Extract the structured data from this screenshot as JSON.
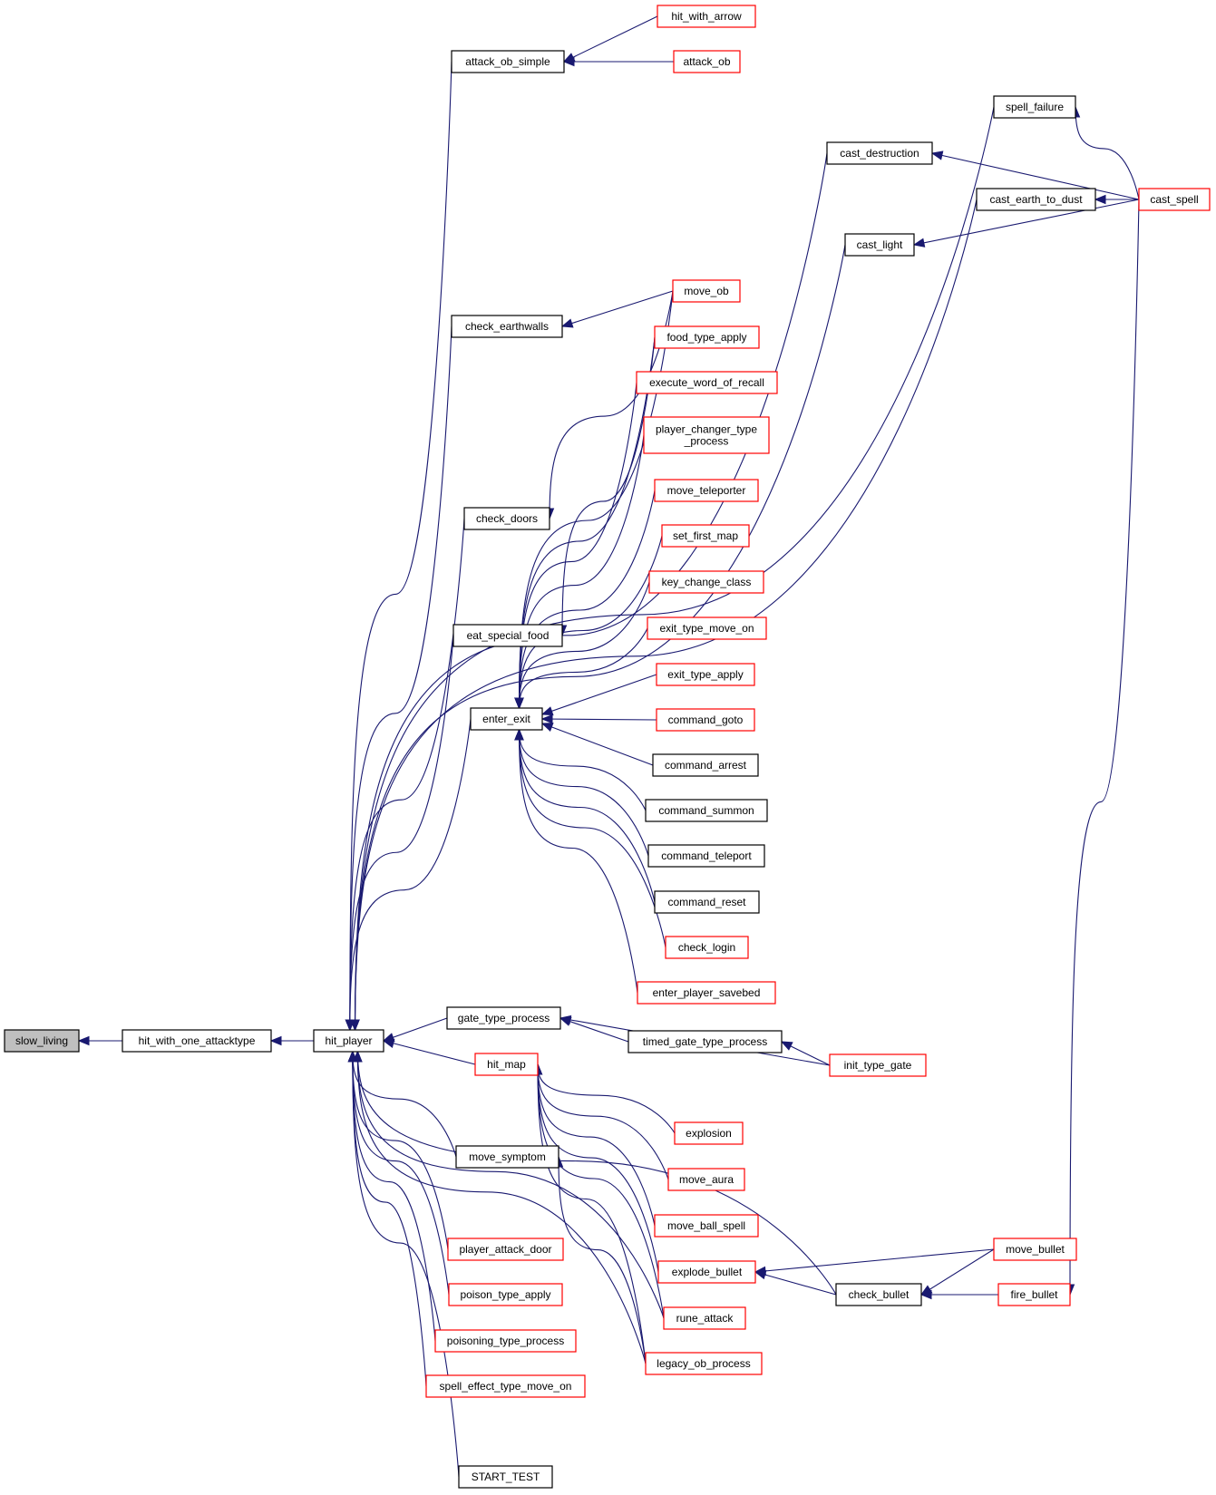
{
  "title": "slow_living caller graph",
  "colors": {
    "edge": "#191970",
    "border_normal": "#000000",
    "border_truncated": "#ff0000",
    "fill_root": "#bfbfbf",
    "fill_normal": "#ffffff"
  },
  "nodes": [
    {
      "id": "slow_living",
      "label": "slow_living",
      "kind": "root"
    },
    {
      "id": "hit_with_one_attacktype",
      "label": "hit_with_one_attacktype",
      "kind": "normal"
    },
    {
      "id": "hit_player",
      "label": "hit_player",
      "kind": "normal"
    },
    {
      "id": "attack_ob_simple",
      "label": "attack_ob_simple",
      "kind": "normal"
    },
    {
      "id": "hit_with_arrow",
      "label": "hit_with_arrow",
      "kind": "truncated"
    },
    {
      "id": "attack_ob",
      "label": "attack_ob",
      "kind": "truncated"
    },
    {
      "id": "spell_failure",
      "label": "spell_failure",
      "kind": "normal"
    },
    {
      "id": "cast_destruction",
      "label": "cast_destruction",
      "kind": "normal"
    },
    {
      "id": "cast_earth_to_dust",
      "label": "cast_earth_to_dust",
      "kind": "normal"
    },
    {
      "id": "cast_spell",
      "label": "cast_spell",
      "kind": "truncated"
    },
    {
      "id": "cast_light",
      "label": "cast_light",
      "kind": "normal"
    },
    {
      "id": "check_earthwalls",
      "label": "check_earthwalls",
      "kind": "normal"
    },
    {
      "id": "move_ob",
      "label": "move_ob",
      "kind": "truncated"
    },
    {
      "id": "food_type_apply",
      "label": "food_type_apply",
      "kind": "truncated"
    },
    {
      "id": "execute_word_of_recall",
      "label": "execute_word_of_recall",
      "kind": "truncated"
    },
    {
      "id": "player_changer_type_process",
      "label": "player_changer_type\n_process",
      "kind": "truncated"
    },
    {
      "id": "check_doors",
      "label": "check_doors",
      "kind": "normal"
    },
    {
      "id": "move_teleporter",
      "label": "move_teleporter",
      "kind": "truncated"
    },
    {
      "id": "set_first_map",
      "label": "set_first_map",
      "kind": "truncated"
    },
    {
      "id": "key_change_class",
      "label": "key_change_class",
      "kind": "truncated"
    },
    {
      "id": "eat_special_food",
      "label": "eat_special_food",
      "kind": "normal"
    },
    {
      "id": "exit_type_move_on",
      "label": "exit_type_move_on",
      "kind": "truncated"
    },
    {
      "id": "exit_type_apply",
      "label": "exit_type_apply",
      "kind": "truncated"
    },
    {
      "id": "enter_exit",
      "label": "enter_exit",
      "kind": "normal"
    },
    {
      "id": "command_goto",
      "label": "command_goto",
      "kind": "truncated"
    },
    {
      "id": "command_arrest",
      "label": "command_arrest",
      "kind": "normal"
    },
    {
      "id": "command_summon",
      "label": "command_summon",
      "kind": "normal"
    },
    {
      "id": "command_teleport",
      "label": "command_teleport",
      "kind": "normal"
    },
    {
      "id": "command_reset",
      "label": "command_reset",
      "kind": "normal"
    },
    {
      "id": "check_login",
      "label": "check_login",
      "kind": "truncated"
    },
    {
      "id": "enter_player_savebed",
      "label": "enter_player_savebed",
      "kind": "truncated"
    },
    {
      "id": "gate_type_process",
      "label": "gate_type_process",
      "kind": "normal"
    },
    {
      "id": "timed_gate_type_process",
      "label": "timed_gate_type_process",
      "kind": "normal"
    },
    {
      "id": "init_type_gate",
      "label": "init_type_gate",
      "kind": "truncated"
    },
    {
      "id": "hit_map",
      "label": "hit_map",
      "kind": "truncated"
    },
    {
      "id": "explosion",
      "label": "explosion",
      "kind": "truncated"
    },
    {
      "id": "move_symptom",
      "label": "move_symptom",
      "kind": "normal"
    },
    {
      "id": "move_aura",
      "label": "move_aura",
      "kind": "truncated"
    },
    {
      "id": "move_ball_spell",
      "label": "move_ball_spell",
      "kind": "truncated"
    },
    {
      "id": "player_attack_door",
      "label": "player_attack_door",
      "kind": "truncated"
    },
    {
      "id": "move_bullet",
      "label": "move_bullet",
      "kind": "truncated"
    },
    {
      "id": "explode_bullet",
      "label": "explode_bullet",
      "kind": "truncated"
    },
    {
      "id": "check_bullet",
      "label": "check_bullet",
      "kind": "normal"
    },
    {
      "id": "fire_bullet",
      "label": "fire_bullet",
      "kind": "truncated"
    },
    {
      "id": "poison_type_apply",
      "label": "poison_type_apply",
      "kind": "truncated"
    },
    {
      "id": "rune_attack",
      "label": "rune_attack",
      "kind": "truncated"
    },
    {
      "id": "poisoning_type_process",
      "label": "poisoning_type_process",
      "kind": "truncated"
    },
    {
      "id": "legacy_ob_process",
      "label": "legacy_ob_process",
      "kind": "truncated"
    },
    {
      "id": "spell_effect_type_move_on",
      "label": "spell_effect_type_move_on",
      "kind": "truncated"
    },
    {
      "id": "START_TEST",
      "label": "START_TEST",
      "kind": "normal"
    }
  ],
  "edges": [
    [
      "hit_with_one_attacktype",
      "slow_living"
    ],
    [
      "hit_player",
      "hit_with_one_attacktype"
    ],
    [
      "attack_ob_simple",
      "hit_player"
    ],
    [
      "hit_with_arrow",
      "attack_ob_simple"
    ],
    [
      "attack_ob",
      "attack_ob_simple"
    ],
    [
      "spell_failure",
      "hit_player"
    ],
    [
      "cast_spell",
      "spell_failure"
    ],
    [
      "cast_destruction",
      "hit_player"
    ],
    [
      "cast_spell",
      "cast_destruction"
    ],
    [
      "cast_earth_to_dust",
      "hit_player"
    ],
    [
      "cast_spell",
      "cast_earth_to_dust"
    ],
    [
      "cast_light",
      "hit_player"
    ],
    [
      "cast_spell",
      "cast_light"
    ],
    [
      "check_earthwalls",
      "hit_player"
    ],
    [
      "move_ob",
      "check_earthwalls"
    ],
    [
      "move_ob",
      "check_doors"
    ],
    [
      "check_doors",
      "hit_player"
    ],
    [
      "food_type_apply",
      "eat_special_food"
    ],
    [
      "eat_special_food",
      "hit_player"
    ],
    [
      "enter_exit",
      "hit_player"
    ],
    [
      "move_ob",
      "enter_exit"
    ],
    [
      "food_type_apply",
      "enter_exit"
    ],
    [
      "execute_word_of_recall",
      "enter_exit"
    ],
    [
      "player_changer_type_process",
      "enter_exit"
    ],
    [
      "move_teleporter",
      "enter_exit"
    ],
    [
      "set_first_map",
      "enter_exit"
    ],
    [
      "key_change_class",
      "enter_exit"
    ],
    [
      "exit_type_move_on",
      "enter_exit"
    ],
    [
      "exit_type_apply",
      "enter_exit"
    ],
    [
      "command_goto",
      "enter_exit"
    ],
    [
      "command_arrest",
      "enter_exit"
    ],
    [
      "command_summon",
      "enter_exit"
    ],
    [
      "command_teleport",
      "enter_exit"
    ],
    [
      "command_reset",
      "enter_exit"
    ],
    [
      "check_login",
      "enter_exit"
    ],
    [
      "enter_player_savebed",
      "enter_exit"
    ],
    [
      "gate_type_process",
      "hit_player"
    ],
    [
      "timed_gate_type_process",
      "gate_type_process"
    ],
    [
      "init_type_gate",
      "gate_type_process"
    ],
    [
      "init_type_gate",
      "timed_gate_type_process"
    ],
    [
      "hit_map",
      "hit_player"
    ],
    [
      "explosion",
      "hit_map"
    ],
    [
      "move_aura",
      "hit_map"
    ],
    [
      "move_ball_spell",
      "hit_map"
    ],
    [
      "explode_bullet",
      "hit_map"
    ],
    [
      "rune_attack",
      "hit_map"
    ],
    [
      "legacy_ob_process",
      "hit_map"
    ],
    [
      "move_symptom",
      "hit_player"
    ],
    [
      "legacy_ob_process",
      "move_symptom"
    ],
    [
      "rune_attack",
      "hit_player"
    ],
    [
      "legacy_ob_process",
      "hit_player"
    ],
    [
      "player_attack_door",
      "hit_player"
    ],
    [
      "poison_type_apply",
      "hit_player"
    ],
    [
      "poisoning_type_process",
      "hit_player"
    ],
    [
      "spell_effect_type_move_on",
      "hit_player"
    ],
    [
      "check_bullet",
      "hit_player"
    ],
    [
      "START_TEST",
      "hit_player"
    ],
    [
      "move_bullet",
      "explode_bullet"
    ],
    [
      "check_bullet",
      "explode_bullet"
    ],
    [
      "move_bullet",
      "check_bullet"
    ],
    [
      "fire_bullet",
      "check_bullet"
    ],
    [
      "cast_spell",
      "fire_bullet"
    ]
  ]
}
